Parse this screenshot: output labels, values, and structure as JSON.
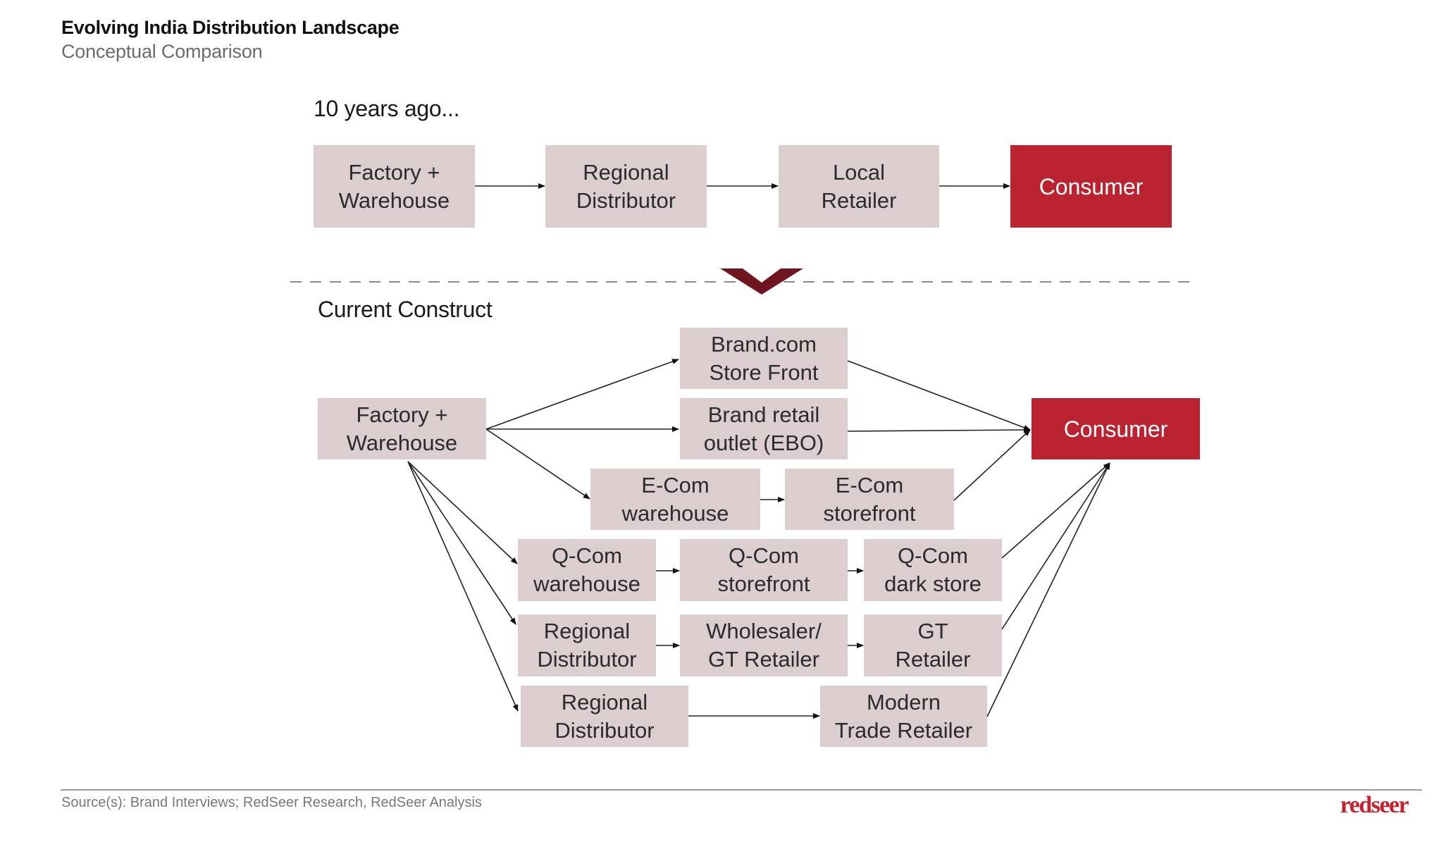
{
  "header": {
    "title": "Evolving India Distribution Landscape",
    "subtitle": "Conceptual Comparison"
  },
  "past": {
    "label": "10 years ago...",
    "nodes": {
      "factory": "Factory +\nWarehouse",
      "regional": "Regional\nDistributor",
      "local": "Local\nRetailer",
      "consumer": "Consumer"
    }
  },
  "transition_icon": "chevron-down-icon",
  "current": {
    "label": "Current Construct",
    "nodes": {
      "factory": "Factory +\nWarehouse",
      "brandcom": "Brand.com\nStore Front",
      "ebo": "Brand retail\noutlet (EBO)",
      "ecom_wh": "E-Com\nwarehouse",
      "ecom_sf": "E-Com\nstorefront",
      "qcom_wh": "Q-Com\nwarehouse",
      "qcom_sf": "Q-Com\nstorefront",
      "qcom_ds": "Q-Com\ndark store",
      "regional1": "Regional\nDistributor",
      "wholesaler": "Wholesaler/\nGT Retailer",
      "gt": "GT\nRetailer",
      "regional2": "Regional\nDistributor",
      "modern": "Modern\nTrade Retailer",
      "consumer": "Consumer"
    }
  },
  "colors": {
    "node_fill": "#dccecf",
    "consumer_fill": "#bb2330",
    "chevron": "#6e1520",
    "brand": "#c8202f"
  },
  "footer": {
    "source": "Source(s): Brand Interviews; RedSeer Research, RedSeer Analysis",
    "logo": "redseer"
  }
}
